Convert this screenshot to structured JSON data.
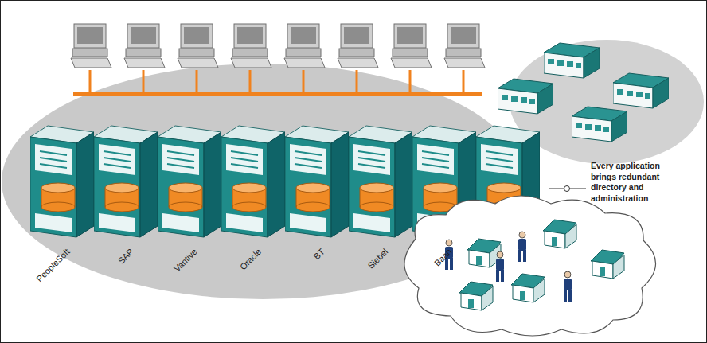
{
  "diagram": {
    "labels": [
      "Every application brings redundant directory and administration",
      "PeopleSoft",
      "SAP",
      "Vantive",
      "Oracle",
      "BT",
      "Siebel",
      "Baan"
    ]
  }
}
